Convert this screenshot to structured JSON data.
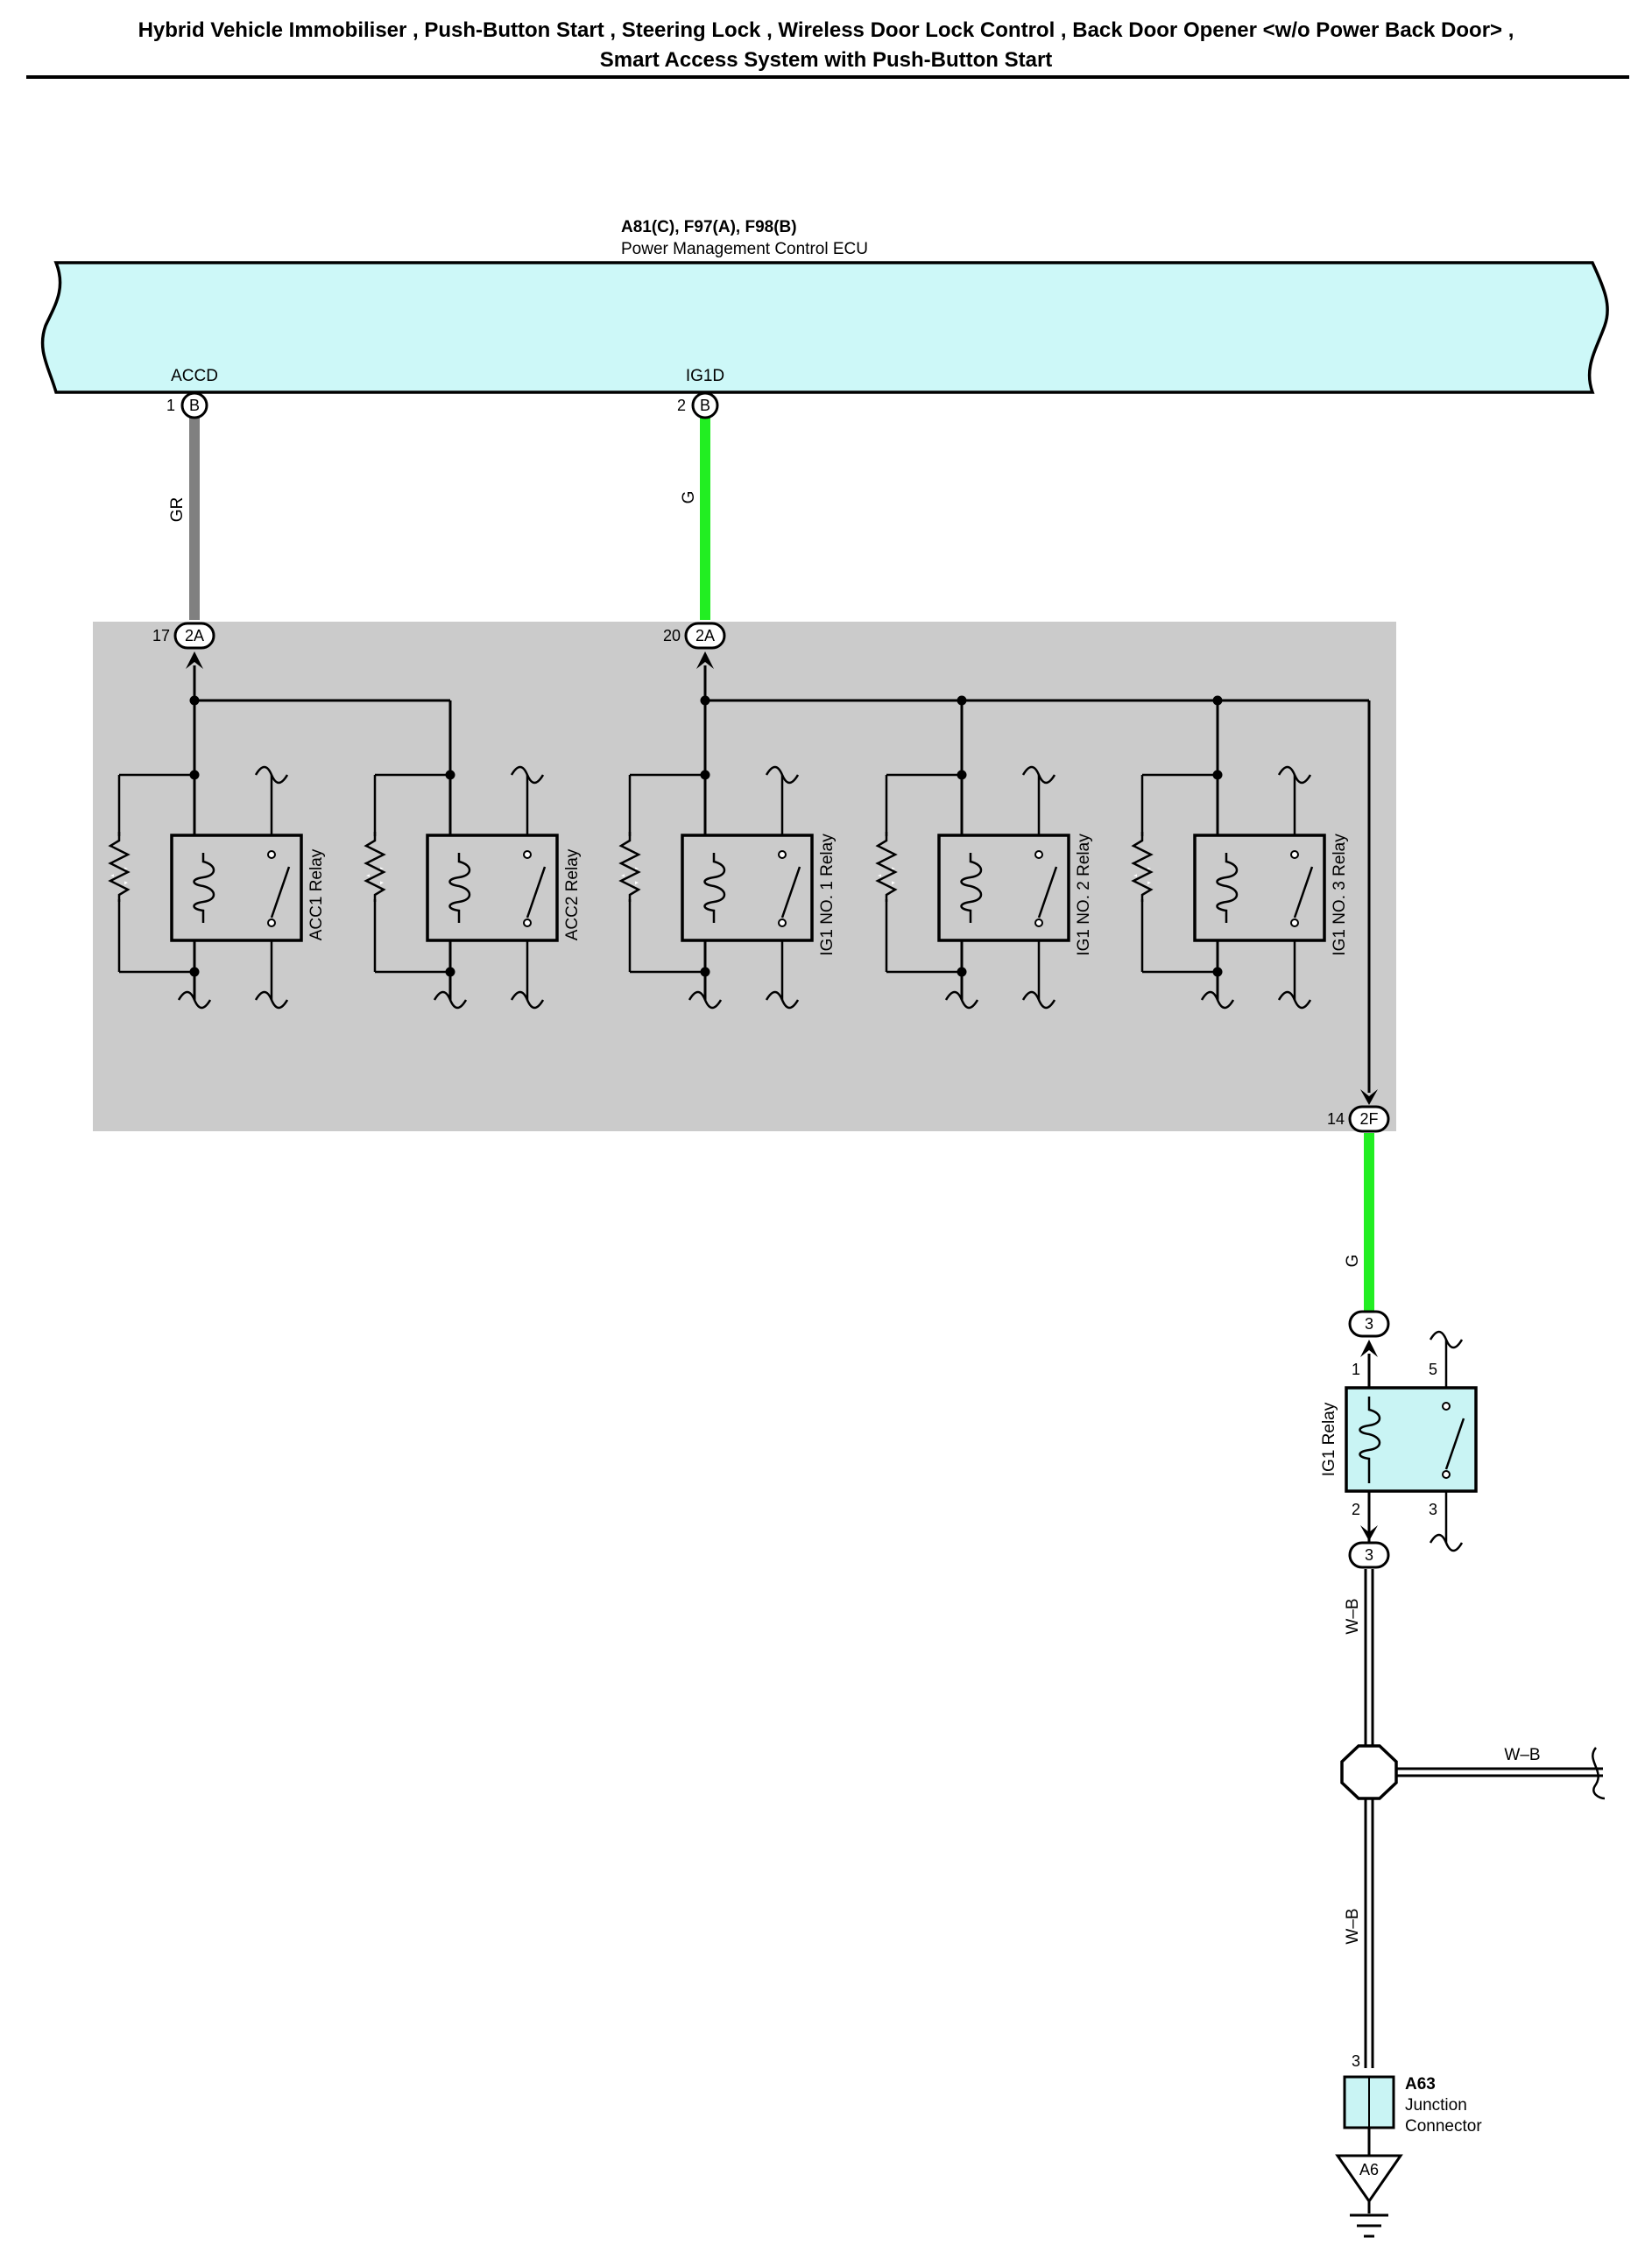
{
  "title": {
    "line1": "Hybrid Vehicle Immobiliser , Push-Button Start , Steering Lock , Wireless Door Lock Control , Back Door Opener <w/o Power Back Door> ,",
    "line2": "Smart Access System with Push-Button Start"
  },
  "ecu": {
    "codes": "A81(C), F97(A), F98(B)",
    "name": "Power Management Control ECU",
    "terminals": [
      {
        "name": "ACCD",
        "pin": "1",
        "connector": "B"
      },
      {
        "name": "IG1D",
        "pin": "2",
        "connector": "B"
      }
    ]
  },
  "wires": {
    "accd_color": "GR",
    "ig1d_color": "G",
    "out_color": "G",
    "ground_upper": "W–B",
    "ground_branch": "W–B",
    "ground_lower": "W–B"
  },
  "junction_block": {
    "inputs": [
      {
        "pin": "17",
        "connector": "2A"
      },
      {
        "pin": "20",
        "connector": "2A"
      }
    ],
    "output": {
      "pin": "14",
      "connector": "2F"
    },
    "relays": [
      "ACC1 Relay",
      "ACC2 Relay",
      "IG1 NO. 1 Relay",
      "IG1 NO. 2 Relay",
      "IG1 NO. 3 Relay"
    ]
  },
  "ig1_relay": {
    "label": "IG1 Relay",
    "connector": "3",
    "pins": {
      "coil_in": "1",
      "coil_out": "2",
      "switch_top": "5",
      "switch_bottom": "3"
    }
  },
  "ground": {
    "pin": "3",
    "code": "A63",
    "name_line1": "Junction",
    "name_line2": "Connector",
    "ground_point": "A6"
  },
  "colors": {
    "ecu_fill": "#cdf8f8",
    "wire_gray": "#808080",
    "wire_green": "#22ee22",
    "block_fill": "#cbcbcb",
    "relay_fill": "#c9f4f4"
  }
}
